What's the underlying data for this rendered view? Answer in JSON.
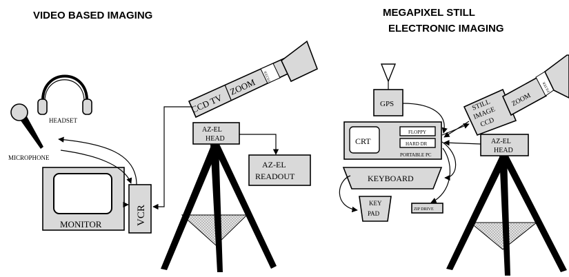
{
  "left_panel": {
    "title": "VIDEO BASED IMAGING",
    "labels": {
      "headset": "HEADSET",
      "microphone": "MICROPHONE",
      "monitor": "MONITOR",
      "vcr": "VCR",
      "ccd_tv": "CCD TV",
      "zoom": "ZOOM",
      "filter": "FILTER",
      "azel_head_1": "AZ-EL",
      "azel_head_2": "HEAD",
      "readout_1": "AZ-EL",
      "readout_2": "READOUT"
    }
  },
  "right_panel": {
    "title_line1": "MEGAPIXEL STILL",
    "title_line2": "ELECTRONIC IMAGING",
    "labels": {
      "gps": "GPS",
      "crt": "CRT",
      "floppy": "FLOPPY",
      "hard_dr": "HARD DR",
      "portable_pc": "PORTABLE PC",
      "keyboard": "KEYBOARD",
      "keypad_1": "KEY",
      "keypad_2": "PAD",
      "zip_drive": "ZIP DRIVE",
      "still_1": "STILL",
      "still_2": "IMAGE",
      "still_3": "CCD",
      "zoom": "ZOOM",
      "filter": "FILTER",
      "azel_head_1": "AZ-EL",
      "azel_head_2": "HEAD"
    }
  },
  "colors": {
    "box_fill": "#d9d9d9",
    "ink": "#000000",
    "background": "#ffffff"
  },
  "icons": [
    "headset-icon",
    "microphone-icon",
    "antenna-icon",
    "tripod-icon",
    "camera-lens-icon"
  ]
}
